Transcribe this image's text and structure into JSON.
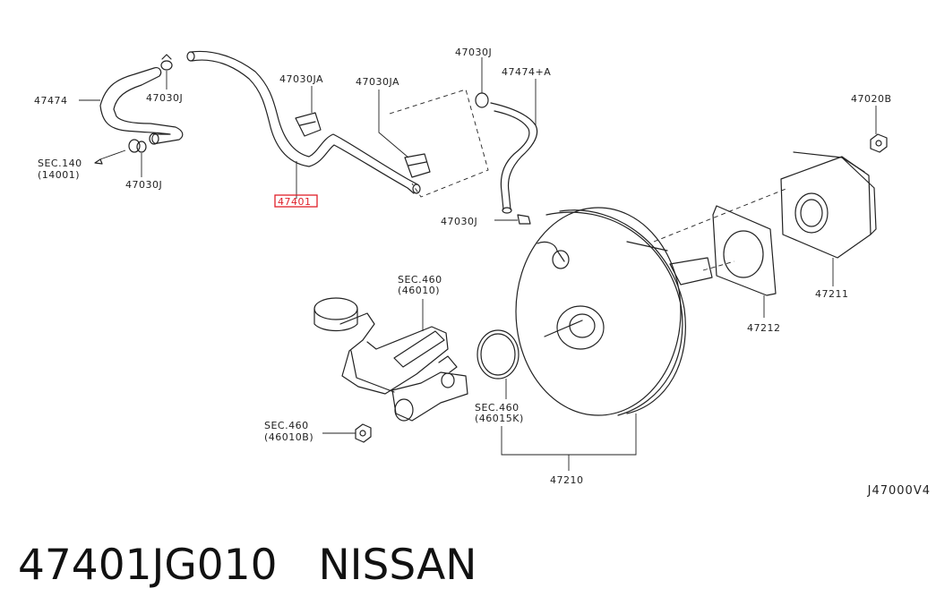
{
  "labels": {
    "hose_47474": "47474",
    "clamp_left_upper": "47030J",
    "sec140_a": "SEC.140",
    "sec140_b": "(14001)",
    "clamp_left_lower": "47030J",
    "clip_47030ja_1": "47030JA",
    "clip_47030ja_2": "47030JA",
    "hose_47401": "47401",
    "clamp_top_right": "47030J",
    "hose_47474a": "47474+A",
    "clamp_bottom": "47030J",
    "nut_47020b": "47020B",
    "gasket_47211": "47211",
    "gasket_47212": "47212",
    "sec460_top_a": "SEC.460",
    "sec460_top_b": "(46010)",
    "sec460_mid_a": "SEC.460",
    "sec460_mid_b": "(46015K)",
    "sec460_left_a": "SEC.460",
    "sec460_left_b": "(46010B)",
    "booster_47210": "47210"
  },
  "highlight_color": "#e0202a",
  "ref_code": "J47000V4",
  "footer": {
    "part_number": "47401JG010",
    "brand": "NISSAN"
  }
}
